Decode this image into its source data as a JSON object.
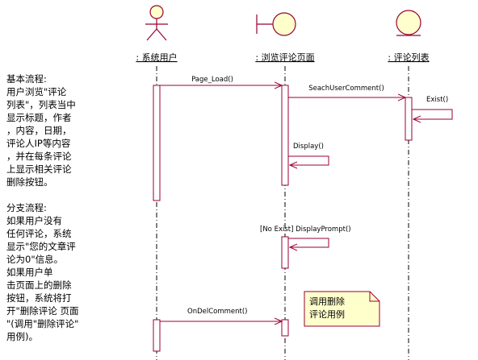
{
  "participants": [
    {
      "name": ": 系统用户",
      "kind": "actor"
    },
    {
      "name": ": 浏览评论页面",
      "kind": "boundary"
    },
    {
      "name": ": 评论列表",
      "kind": "entity"
    }
  ],
  "messages": [
    {
      "label": "Page_Load()"
    },
    {
      "label": "SeachUserComment()"
    },
    {
      "label": "Exist()"
    },
    {
      "label": "Display()"
    },
    {
      "label": "[No Exist] DisplayPrompt()"
    },
    {
      "label": "OnDelComment()"
    }
  ],
  "note": {
    "lines": [
      "调用删除",
      "评论用例"
    ]
  },
  "side_text": {
    "main_flow": "基本流程:\n    用户浏览\"评论\n列表\"，列表当中\n显示标题，作者\n，内容，日期，\n评论人IP等内容\n，并在每条评论\n上显示相关评论\n删除按钮。",
    "alt_flow": "分支流程:\n    如果用户没有\n任何评论，系统\n显示\"您的文章评\n论为0\"信息。\n      如果用户单\n击页面上的删除\n按钮，系统将打\n开\"删除评论 页面\n\"(调用\"删除评论\"\n用例)。"
  },
  "colors": {
    "accent_fill": "#ffffcc",
    "stroke": "#990033",
    "lifeline": "#000000"
  }
}
